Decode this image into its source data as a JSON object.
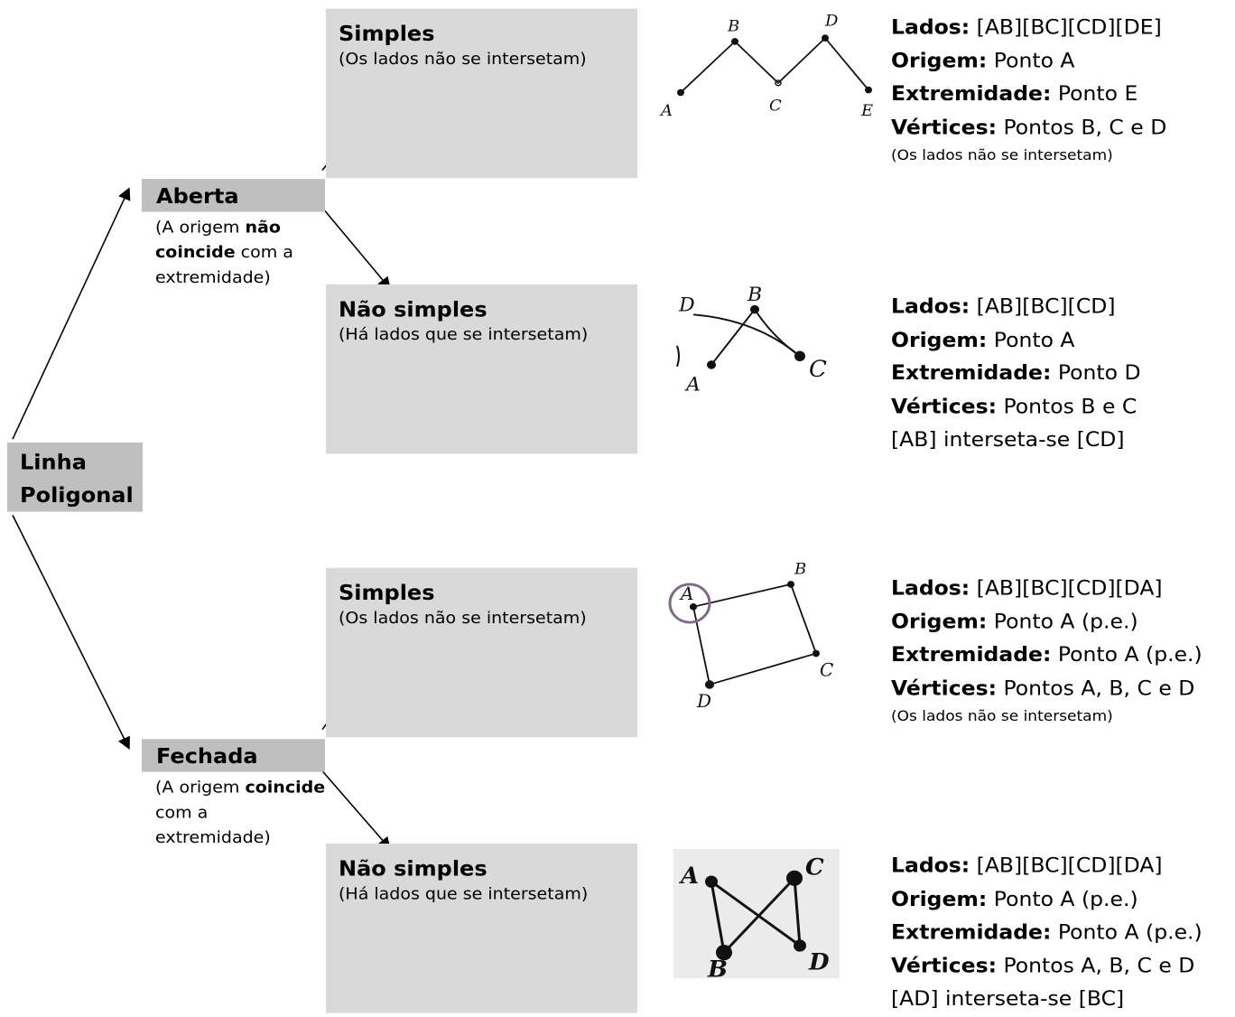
{
  "root": {
    "line1": "Linha",
    "line2": "Poligonal"
  },
  "branches": [
    {
      "title": "Aberta",
      "desc_before": "(A origem ",
      "desc_bold": "não coincide",
      "desc_after": " com a extremidade)",
      "categories": [
        {
          "title": "Simples",
          "subtitle": "(Os lados não se  intersetam)",
          "sketch_labels": [
            "A",
            "B",
            "C",
            "D",
            "E"
          ],
          "info": [
            {
              "label": "Lados:",
              "value": " [AB][BC][CD][DE]"
            },
            {
              "label": "Origem:",
              "value": " Ponto A"
            },
            {
              "label": "Extremidade:",
              "value": " Ponto E"
            },
            {
              "label": "Vértices:",
              "value": " Pontos B, C e D"
            }
          ],
          "note": "(Os lados não se  intersetam)"
        },
        {
          "title": "Não simples",
          "subtitle": "(Há lados que se intersetam)",
          "sketch_labels": [
            "A",
            "B",
            "C",
            "D"
          ],
          "info": [
            {
              "label": "Lados:",
              "value": " [AB][BC][CD]"
            },
            {
              "label": "Origem:",
              "value": " Ponto A"
            },
            {
              "label": "Extremidade:",
              "value": " Ponto D"
            },
            {
              "label": "Vértices:",
              "value": " Pontos B e C"
            }
          ],
          "note": "[AB] interseta-se [CD]"
        }
      ]
    },
    {
      "title": "Fechada",
      "desc_before": "(A origem ",
      "desc_bold": "coincide",
      "desc_after": " com a extremidade)",
      "categories": [
        {
          "title": "Simples",
          "subtitle": "(Os lados não se intersetam)",
          "sketch_labels": [
            "A",
            "B",
            "C",
            "D"
          ],
          "info": [
            {
              "label": "Lados:",
              "value": " [AB][BC][CD][DA]"
            },
            {
              "label": "Origem:",
              "value": " Ponto A (p.e.)"
            },
            {
              "label": "Extremidade:",
              "value": " Ponto A (p.e.)"
            },
            {
              "label": "Vértices:",
              "value": " Pontos A, B, C e D"
            }
          ],
          "note": "(Os lados não se  intersetam)"
        },
        {
          "title": "Não simples",
          "subtitle": "(Há lados que se intersetam)",
          "sketch_labels": [
            "A",
            "B",
            "C",
            "D"
          ],
          "info": [
            {
              "label": "Lados:",
              "value": " [AB][BC][CD][DA]"
            },
            {
              "label": "Origem:",
              "value": " Ponto A (p.e.)"
            },
            {
              "label": "Extremidade:",
              "value": " Ponto A (p.e.)"
            },
            {
              "label": "Vértices:",
              "value": " Pontos A, B, C e D"
            }
          ],
          "note": "[AD] interseta-se [BC]"
        }
      ]
    }
  ]
}
